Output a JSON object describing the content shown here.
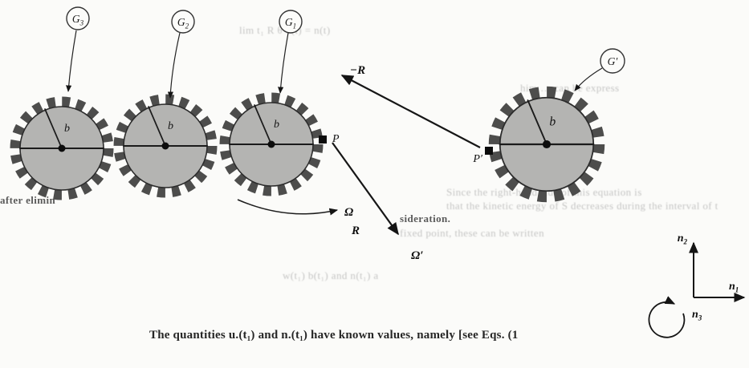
{
  "figure": {
    "radius_label": "b",
    "gear_callouts": [
      {
        "main": "G",
        "sub": "3"
      },
      {
        "main": "G",
        "sub": "2"
      },
      {
        "main": "G",
        "sub": "1"
      },
      {
        "main": "G′",
        "sub": ""
      }
    ],
    "points": {
      "p": "P",
      "p_prime": "P′"
    },
    "forces": {
      "minus_r": "−R",
      "r": "R"
    },
    "angular_velocity": {
      "omega": "Ω",
      "omega_prime": "Ω′"
    },
    "frame_axes": [
      {
        "main": "n",
        "sub": "1"
      },
      {
        "main": "n",
        "sub": "2"
      },
      {
        "main": "n",
        "sub": "3"
      }
    ]
  },
  "bleed_through": {
    "top_formula": "lim  t₁   R θ b(t)  =  n(t)",
    "right_fragment": "him …  can be express",
    "right_line1": "Since the right-hand side of this equation is",
    "right_line2": "that the kinetic energy of S decreases during the interval of t",
    "right_line3": "sideration.",
    "right_line4": "fixed point, these can be written",
    "mid_fragment": "w(t₁)  b(t₁) and n(t₁) a",
    "left_fragment": "after elimin",
    "bottom_line": "The quantities u.(t₁) and n.(t₁) have known values, namely [see Eqs. (1"
  }
}
